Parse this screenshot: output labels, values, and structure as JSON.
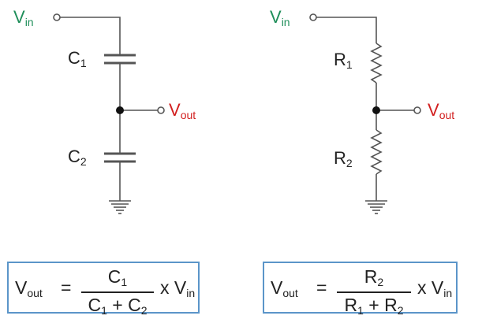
{
  "left_circuit": {
    "input": {
      "main": "V",
      "sub": "in"
    },
    "output": {
      "main": "V",
      "sub": "out"
    },
    "top_component": {
      "main": "C",
      "sub": "1"
    },
    "bottom_component": {
      "main": "C",
      "sub": "2"
    }
  },
  "right_circuit": {
    "input": {
      "main": "V",
      "sub": "in"
    },
    "output": {
      "main": "V",
      "sub": "out"
    },
    "top_component": {
      "main": "R",
      "sub": "1"
    },
    "bottom_component": {
      "main": "R",
      "sub": "2"
    }
  },
  "left_formula": {
    "lhs": {
      "main": "V",
      "sub": "out"
    },
    "equals": "=",
    "numerator": {
      "main": "C",
      "sub": "1"
    },
    "denominator": {
      "a_main": "C",
      "a_sub": "1",
      "op": " + ",
      "b_main": "C",
      "b_sub": "2"
    },
    "times": "x",
    "rhs": {
      "main": "V",
      "sub": "in"
    }
  },
  "right_formula": {
    "lhs": {
      "main": "V",
      "sub": "out"
    },
    "equals": "=",
    "numerator": {
      "main": "R",
      "sub": "2"
    },
    "denominator": {
      "a_main": "R",
      "a_sub": "1",
      "op": " + ",
      "b_main": "R",
      "b_sub": "2"
    },
    "times": "x",
    "rhs": {
      "main": "V",
      "sub": "in"
    }
  },
  "colors": {
    "input_label": "#1f8e5a",
    "output_label": "#d21f1f",
    "wire": "#555555",
    "box_border": "#5b95c9"
  }
}
